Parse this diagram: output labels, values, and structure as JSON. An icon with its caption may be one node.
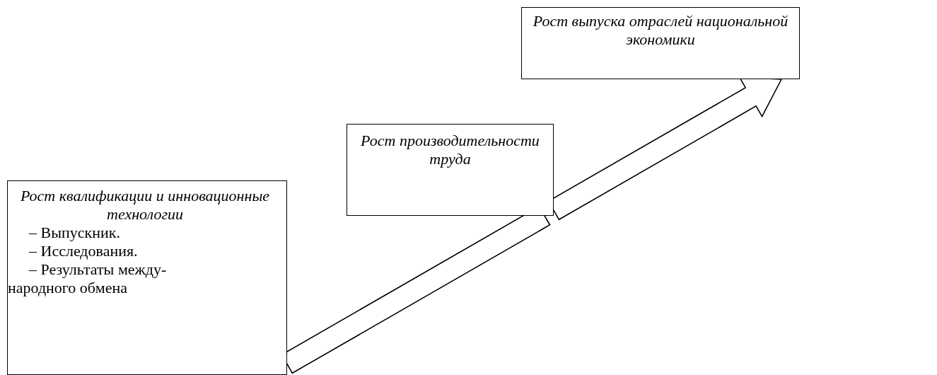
{
  "diagram": {
    "nodes": [
      {
        "text": [
          "Рост квалификации и инновационные технологии",
          "– Выпускник.",
          "– Исследования.",
          "– Результаты между-народного обмена"
        ]
      },
      {
        "text": [
          "Рост производительности труда"
        ]
      },
      {
        "text": [
          "Рост выпуска отраслей национальной экономики"
        ]
      }
    ],
    "edges": [
      {
        "from": 0,
        "to": 1,
        "arrow": "none",
        "style": "thick"
      },
      {
        "from": 1,
        "to": 2,
        "arrow": "to",
        "style": "thick"
      }
    ]
  }
}
